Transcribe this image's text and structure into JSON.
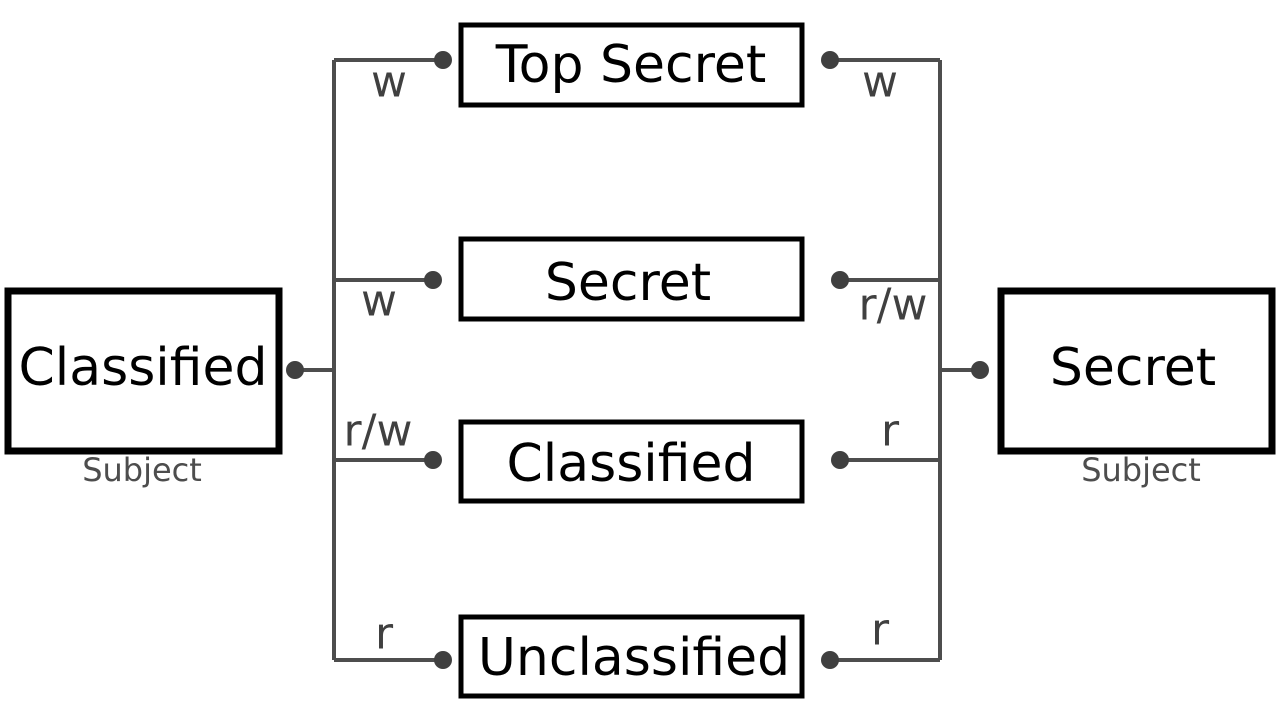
{
  "left_subject": {
    "label": "Classified",
    "caption": "Subject"
  },
  "right_subject": {
    "label": "Secret",
    "caption": "Subject"
  },
  "objects": [
    {
      "label": "Top Secret"
    },
    {
      "label": "Secret"
    },
    {
      "label": "Classified"
    },
    {
      "label": "Unclassified"
    }
  ],
  "left_access": [
    "w",
    "w",
    "r/w",
    "r"
  ],
  "right_access": [
    "w",
    "r/w",
    "r",
    "r"
  ],
  "colors": {
    "box_stroke": "#000000",
    "connector": "#4d4d4d",
    "label_text": "#404040"
  }
}
